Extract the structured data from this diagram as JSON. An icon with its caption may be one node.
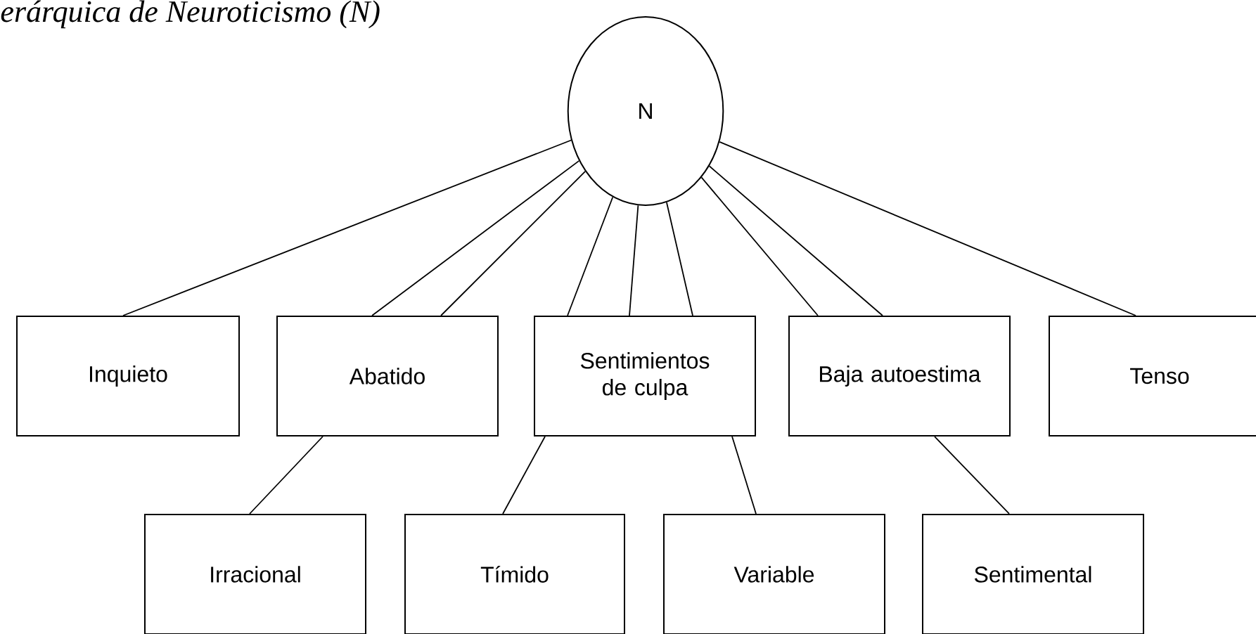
{
  "diagram": {
    "title": "erárquica de Neuroticismo (N)",
    "nodes": [
      {
        "text": [
          "N"
        ]
      },
      {
        "text": [
          "Inquieto"
        ]
      },
      {
        "text": [
          "Abatido"
        ]
      },
      {
        "text": [
          "Sentimientos de culpa"
        ]
      },
      {
        "text": [
          "Baja autoestima"
        ]
      },
      {
        "text": [
          "Tenso"
        ]
      },
      {
        "text": [
          "Irracional"
        ]
      },
      {
        "text": [
          "Tímido"
        ]
      },
      {
        "text": [
          "Variable"
        ]
      },
      {
        "text": [
          "Sentimental"
        ]
      }
    ],
    "edges": [
      {
        "from": 0,
        "to": 1,
        "arrow": "none"
      },
      {
        "from": 0,
        "to": 2,
        "arrow": "none"
      },
      {
        "from": 0,
        "to": 2,
        "arrow": "none"
      },
      {
        "from": 0,
        "to": 3,
        "arrow": "none"
      },
      {
        "from": 0,
        "to": 3,
        "arrow": "none"
      },
      {
        "from": 0,
        "to": 3,
        "arrow": "none"
      },
      {
        "from": 0,
        "to": 4,
        "arrow": "none"
      },
      {
        "from": 0,
        "to": 4,
        "arrow": "none"
      },
      {
        "from": 0,
        "to": 5,
        "arrow": "none"
      },
      {
        "from": 2,
        "to": 6,
        "arrow": "none"
      },
      {
        "from": 3,
        "to": 7,
        "arrow": "none"
      },
      {
        "from": 3,
        "to": 8,
        "arrow": "none"
      },
      {
        "from": 4,
        "to": 9,
        "arrow": "none"
      }
    ]
  }
}
